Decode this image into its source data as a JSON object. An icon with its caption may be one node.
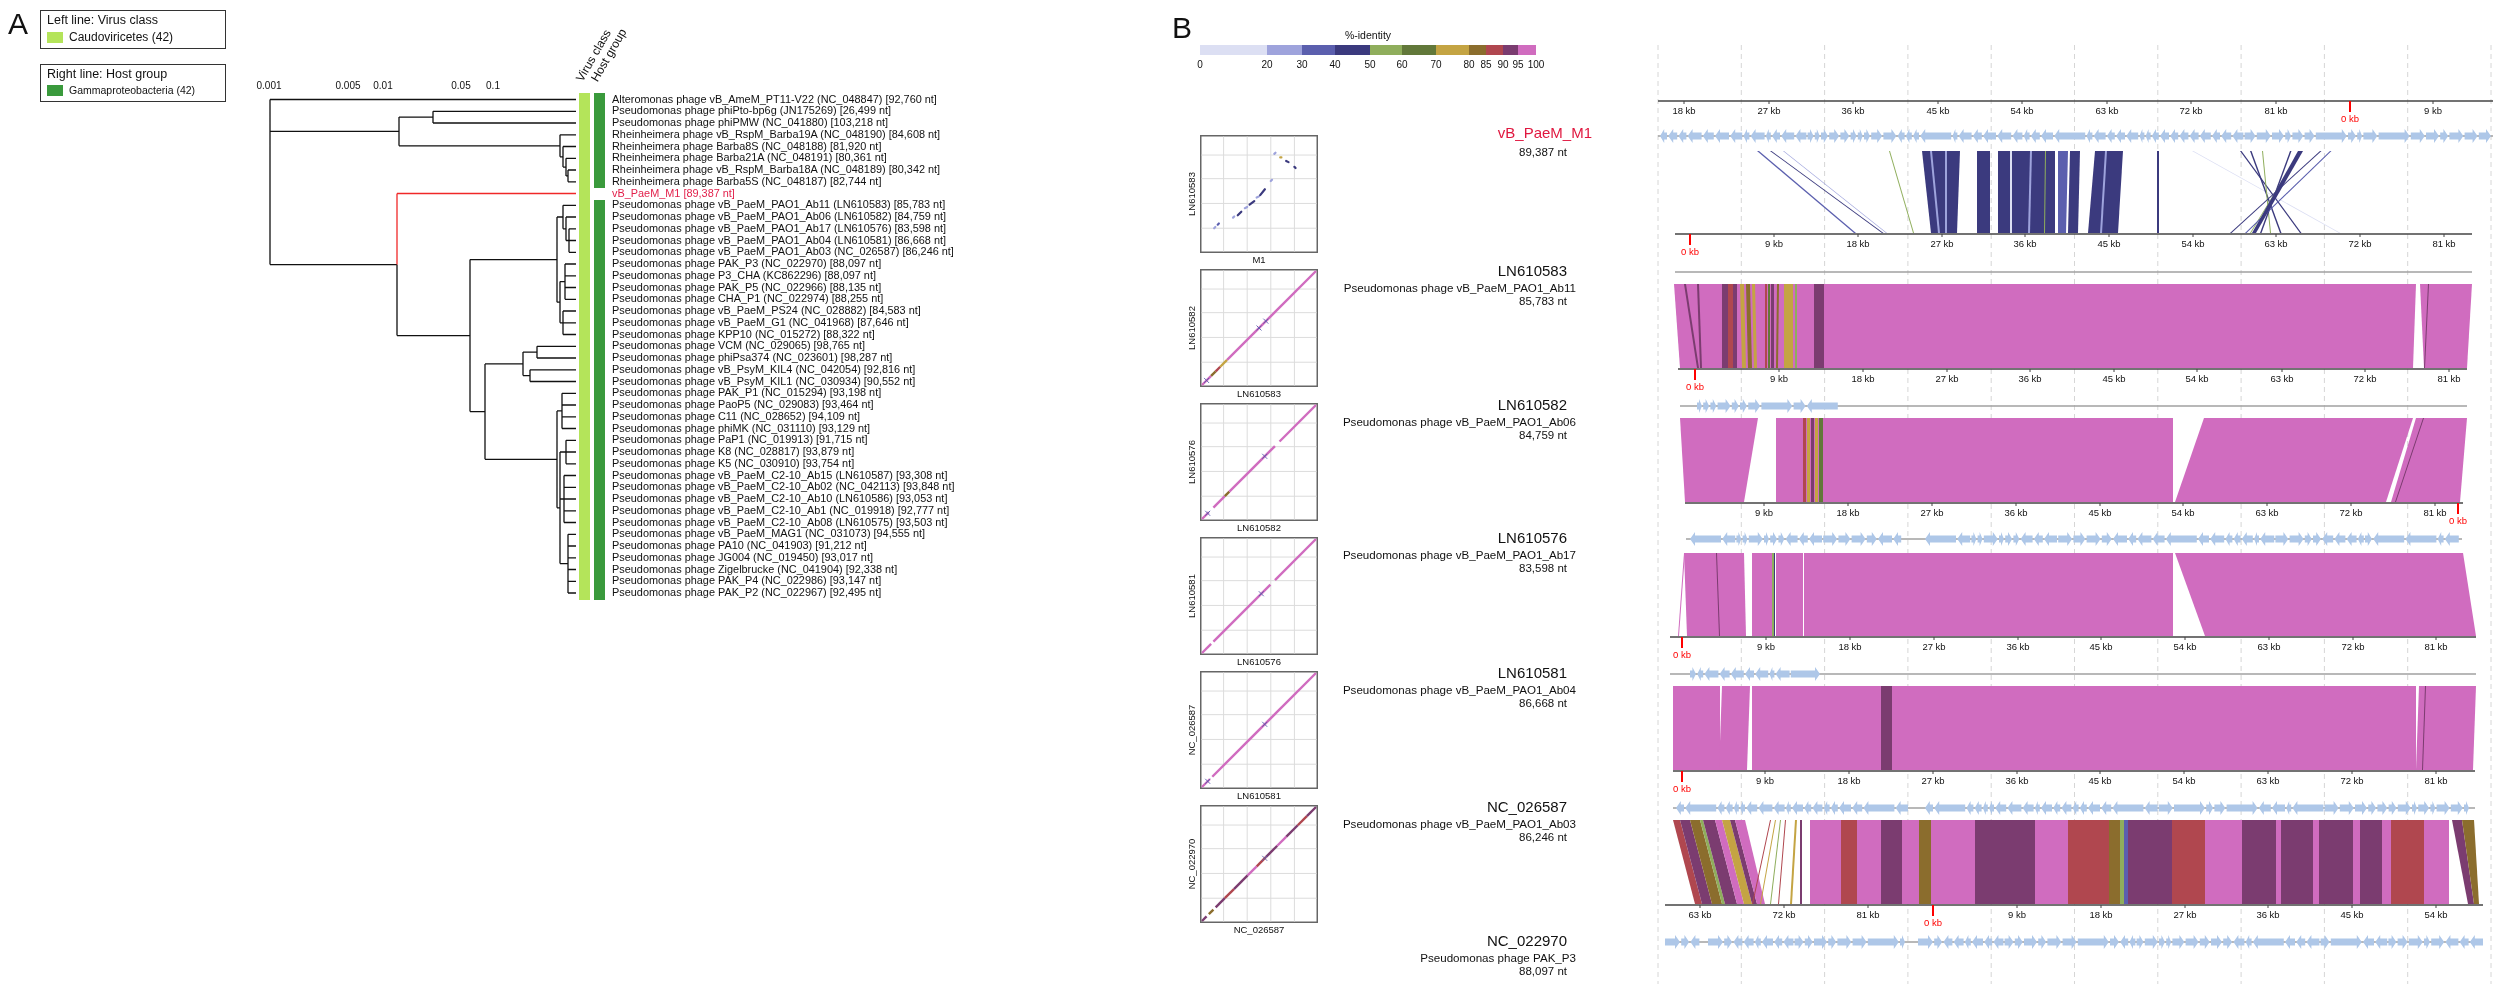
{
  "diagram": {
    "labels": [
      "A",
      "Left line: Virus class",
      "Right line: Host group",
      "0.001",
      "0.005",
      "0.01",
      "0.05",
      "0.1",
      "Virus class",
      "Host group",
      "Alteromonas phage vB_AmeM_PT11-V22 (NC_048847) [92,760 nt]",
      "Pseudomonas phage phiPto-bp6g (JN175269) [26,499 nt]",
      "Pseudomonas phage phiPMW (NC_041880) [103,218 nt]",
      "Rheinheimera phage vB_RspM_Barba19A (NC_048190) [84,608 nt]",
      "Rheinheimera phage Barba8S (NC_048188) [81,920 nt]",
      "Rheinheimera phage Barba21A (NC_048191) [80,361 nt]",
      "Rheinheimera phage vB_RspM_Barba18A (NC_048189) [80,342 nt]",
      "Rheinheimera phage Barba5S (NC_048187) [82,744 nt]",
      "vB_PaeM_M1 [89,387 nt]",
      "Pseudomonas phage vB_PaeM_PAO1_Ab11 (LN610583) [85,783 nt]",
      "Pseudomonas phage vB_PaeM_PAO1_Ab06 (LN610582) [84,759 nt]",
      "Pseudomonas phage vB_PaeM_PAO1_Ab17 (LN610576) [83,598 nt]",
      "Pseudomonas phage vB_PaeM_PAO1_Ab04 (LN610581) [86,668 nt]",
      "Pseudomonas phage vB_PaeM_PAO1_Ab03 (NC_026587) [86,246 nt]",
      "Pseudomonas phage PAK_P3 (NC_022970) [88,097 nt]",
      "Pseudomonas phage P3_CHA (KC862296) [88,097 nt]",
      "Pseudomonas phage PAK_P5 (NC_022966) [88,135 nt]",
      "Pseudomonas phage CHA_P1 (NC_022974) [88,255 nt]",
      "Pseudomonas phage vB_PaeM_PS24 (NC_028882) [84,583 nt]",
      "Pseudomonas phage vB_PaeM_G1 (NC_041968) [87,646 nt]",
      "Pseudomonas phage KPP10 (NC_015272) [88,322 nt]",
      "Pseudomonas phage VCM (NC_029065) [98,765 nt]",
      "Pseudomonas phage phiPsa374 (NC_023601) [98,287 nt]",
      "Pseudomonas phage vB_PsyM_KIL4 (NC_042054) [92,816 nt]",
      "Pseudomonas phage vB_PsyM_KIL1 (NC_030934) [90,552 nt]",
      "Pseudomonas phage PAK_P1 (NC_015294) [93,198 nt]",
      "Pseudomonas phage PaoP5 (NC_029083) [93,464 nt]",
      "Pseudomonas phage C11 (NC_028652) [94,109 nt]",
      "Pseudomonas phage phiMK (NC_031110) [93,129 nt]",
      "Pseudomonas phage PaP1 (NC_019913) [91,715 nt]",
      "Pseudomonas phage K8 (NC_028817) [93,879 nt]",
      "Pseudomonas phage K5 (NC_030910) [93,754 nt]",
      "Pseudomonas phage vB_PaeM_C2-10_Ab15 (LN610587) [93,308 nt]",
      "Pseudomonas phage vB_PaeM_C2-10_Ab02 (NC_042113) [93,848 nt]",
      "Pseudomonas phage vB_PaeM_C2-10_Ab10 (LN610586) [93,053 nt]",
      "Pseudomonas phage vB_PaeM_C2-10_Ab1 (NC_019918) [92,777 nt]",
      "Pseudomonas phage vB_PaeM_C2-10_Ab08 (LN610575) [93,503 nt]",
      "Pseudomonas phage vB_PaeM_MAG1 (NC_031073) [94,555 nt]",
      "Pseudomonas phage PA10 (NC_041903) [91,212 nt]",
      "Pseudomonas phage JG004 (NC_019450) [93,017 nt]",
      "Pseudomonas phage Zigelbrucke (NC_041904) [92,338 nt]",
      "Pseudomonas phage PAK_P4 (NC_022986) [93,147 nt]",
      "Pseudomonas phage PAK_P2 (NC_022967) [92,495 nt]",
      "B",
      "%-identity",
      "0",
      "LN610583",
      "M1",
      "LN610582",
      "LN610583",
      "LN610576",
      "LN610582",
      "LN610581",
      "LN610576",
      "NC_026587",
      "LN610581",
      "NC_022970",
      "NC_026587",
      "vB_PaeM_M1",
      "89,387 nt",
      "LN610583",
      "Pseudomonas phage vB_PaeM_PAO1_Ab11",
      "85,783 nt",
      "LN610582",
      "Pseudomonas phage vB_PaeM_PAO1_Ab06",
      "84,759 nt",
      "LN610576",
      "Pseudomonas phage vB_PaeM_PAO1_Ab17",
      "83,598 nt",
      "LN610581",
      "Pseudomonas phage vB_PaeM_PAO1_Ab04",
      "86,668 nt",
      "NC_026587",
      "Pseudomonas phage vB_PaeM_PAO1_Ab03",
      "86,246 nt",
      "NC_022970",
      "Pseudomonas phage PAK_P3",
      "88,097 nt",
      "18 kb",
      "27 kb",
      "36 kb",
      "45 kb",
      "54 kb",
      "63 kb",
      "72 kb",
      "81 kb",
      "0 kb",
      "9 kb",
      "0 kb",
      "9 kb",
      "18 kb",
      "27 kb",
      "36 kb",
      "45 kb",
      "54 kb",
      "63 kb",
      "72 kb",
      "81 kb",
      "0 kb",
      "9 kb",
      "18 kb",
      "27 kb",
      "36 kb",
      "45 kb",
      "54 kb",
      "63 kb",
      "72 kb",
      "81 kb",
      "9 kb",
      "18 kb",
      "27 kb",
      "36 kb",
      "45 kb",
      "54 kb",
      "63 kb",
      "72 kb",
      "81 kb",
      "0 kb",
      "0 kb",
      "9 kb",
      "18 kb",
      "27 kb",
      "36 kb",
      "45 kb",
      "54 kb",
      "63 kb",
      "72 kb",
      "81 kb",
      "0 kb",
      "9 kb",
      "18 kb",
      "27 kb",
      "36 kb",
      "45 kb",
      "54 kb",
      "63 kb",
      "72 kb",
      "81 kb",
      "63 kb",
      "72 kb",
      "81 kb",
      "0 kb",
      "9 kb",
      "18 kb",
      "27 kb",
      "36 kb",
      "45 kb",
      "54 kb"
    ],
    "legend": [
      {
        "text": "Caudoviricetes (42)",
        "color": "#b4e45a"
      },
      {
        "text": "Gammaproteobacteria (42)",
        "color": "#3a9a3c"
      },
      {
        "text": "20",
        "color": "#dcdff3"
      },
      {
        "text": "30",
        "color": "#9ea3dc"
      },
      {
        "text": "40",
        "color": "#5b5fae"
      },
      {
        "text": "50",
        "color": "#3b3a7e"
      },
      {
        "text": "60",
        "color": "#8fae5c"
      },
      {
        "text": "70",
        "color": "#62783a"
      },
      {
        "text": "80",
        "color": "#c4a443"
      },
      {
        "text": "85",
        "color": "#8b6d2d"
      },
      {
        "text": "90",
        "color": "#b0474f"
      },
      {
        "text": "95",
        "color": "#7b3c70"
      },
      {
        "text": "100",
        "color": "#d06cbf"
      }
    ]
  }
}
